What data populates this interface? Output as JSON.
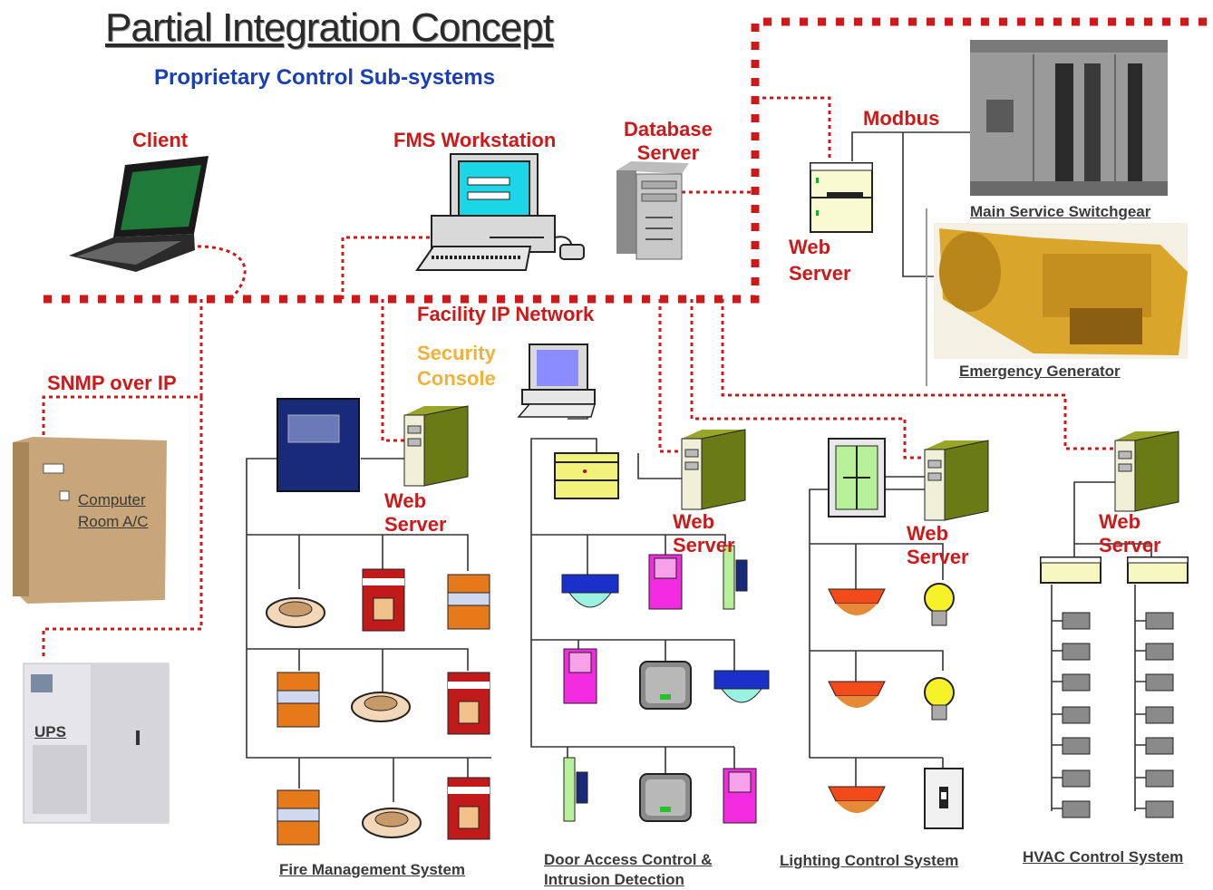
{
  "title": "Partial Integration Concept",
  "subtitle": "Proprietary Control Sub-systems",
  "labels": {
    "client": "Client",
    "fms_workstation": "FMS Workstation",
    "database_server": "Database\nServer",
    "modbus": "Modbus",
    "web_server_top": "Web\nServer",
    "facility_ip_network": "Facility IP Network",
    "security_console": "Security\nConsole",
    "snmp_over_ip": "SNMP over IP",
    "web_server_fire": "Web\nServer",
    "web_server_door": "Web\nServer",
    "web_server_lighting": "Web\nServer",
    "web_server_hvac": "Web\nServer"
  },
  "captions": {
    "main_service_switchgear": "Main Service Switchgear",
    "emergency_generator": "Emergency Generator",
    "computer_room_ac": "Computer\nRoom A/C",
    "ups": "UPS",
    "fire_management": "Fire Management System",
    "door_access": "Door Access Control &\nIntrusion Detection",
    "lighting_control": "Lighting Control System",
    "hvac_control": "HVAC Control System"
  },
  "colors": {
    "network_red": "#cc1a1a",
    "title_blue": "#1a3fb3",
    "label_red": "#cc1a1a",
    "security_orange": "#f2b13a",
    "server_green": "#7a8a1a"
  }
}
